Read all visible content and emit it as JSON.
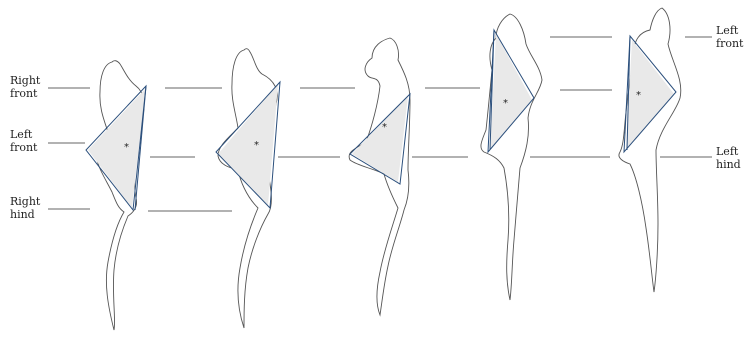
{
  "labels": {
    "right_front": [
      "Right",
      "front"
    ],
    "left_front_left": [
      "Left",
      "front"
    ],
    "right_hind": [
      "Right",
      "hind"
    ],
    "left_front_right": [
      "Left",
      "front"
    ],
    "left_hind": [
      "Left",
      "hind"
    ]
  },
  "support_marker": "*",
  "colors": {
    "triangle": "#2b4f7c",
    "outline": "#555555",
    "shade": "#e9e9e9"
  }
}
